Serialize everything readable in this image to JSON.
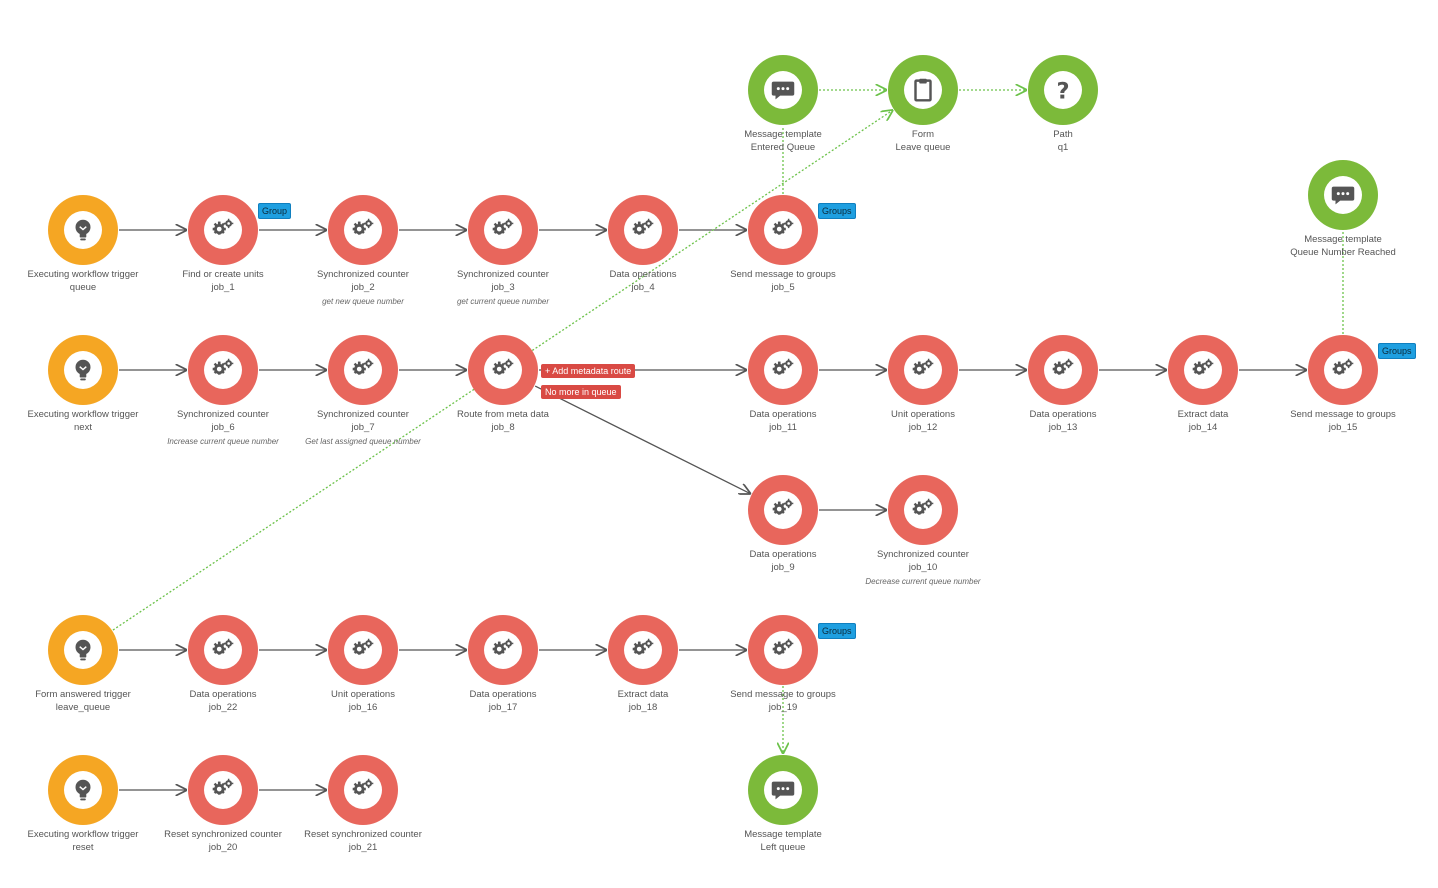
{
  "badges": {
    "group": "Group",
    "groups": "Groups",
    "add_metadata_route": "+  Add metadata route",
    "no_more_in_queue": "No more in queue"
  },
  "nodes": [
    {
      "id": "n_trig_queue",
      "icon": "bulb-icon",
      "color": "yellow",
      "title": "Executing workflow trigger",
      "sub": "queue",
      "note": ""
    },
    {
      "id": "n_job1",
      "icon": "gears-icon",
      "color": "red",
      "title": "Find or create units",
      "sub": "job_1",
      "note": ""
    },
    {
      "id": "n_job2",
      "icon": "gears-icon",
      "color": "red",
      "title": "Synchronized counter",
      "sub": "job_2",
      "note": "get new queue number"
    },
    {
      "id": "n_job3",
      "icon": "gears-icon",
      "color": "red",
      "title": "Synchronized counter",
      "sub": "job_3",
      "note": "get current queue number"
    },
    {
      "id": "n_job4",
      "icon": "gears-icon",
      "color": "red",
      "title": "Data operations",
      "sub": "job_4",
      "note": ""
    },
    {
      "id": "n_job5",
      "icon": "gears-icon",
      "color": "red",
      "title": "Send message to groups",
      "sub": "job_5",
      "note": ""
    },
    {
      "id": "n_msg_entered",
      "icon": "message-icon",
      "color": "green",
      "title": "Message template",
      "sub": "Entered Queue",
      "note": ""
    },
    {
      "id": "n_form_leave",
      "icon": "form-icon",
      "color": "green",
      "title": "Form",
      "sub": "Leave queue",
      "note": ""
    },
    {
      "id": "n_path_q1",
      "icon": "question-icon",
      "color": "green",
      "title": "Path",
      "sub": "q1",
      "note": ""
    },
    {
      "id": "n_msg_reached",
      "icon": "message-icon",
      "color": "green",
      "title": "Message template",
      "sub": "Queue Number Reached",
      "note": ""
    },
    {
      "id": "n_trig_next",
      "icon": "bulb-icon",
      "color": "yellow",
      "title": "Executing workflow trigger",
      "sub": "next",
      "note": ""
    },
    {
      "id": "n_job6",
      "icon": "gears-icon",
      "color": "red",
      "title": "Synchronized counter",
      "sub": "job_6",
      "note": "Increase current queue number"
    },
    {
      "id": "n_job7",
      "icon": "gears-icon",
      "color": "red",
      "title": "Synchronized counter",
      "sub": "job_7",
      "note": "Get last assigned queue number"
    },
    {
      "id": "n_job8",
      "icon": "gears-icon",
      "color": "red",
      "title": "Route from meta data",
      "sub": "job_8",
      "note": ""
    },
    {
      "id": "n_job11",
      "icon": "gears-icon",
      "color": "red",
      "title": "Data operations",
      "sub": "job_11",
      "note": ""
    },
    {
      "id": "n_job12",
      "icon": "gears-icon",
      "color": "red",
      "title": "Unit operations",
      "sub": "job_12",
      "note": ""
    },
    {
      "id": "n_job13",
      "icon": "gears-icon",
      "color": "red",
      "title": "Data operations",
      "sub": "job_13",
      "note": ""
    },
    {
      "id": "n_job14",
      "icon": "gears-icon",
      "color": "red",
      "title": "Extract data",
      "sub": "job_14",
      "note": ""
    },
    {
      "id": "n_job15",
      "icon": "gears-icon",
      "color": "red",
      "title": "Send message to groups",
      "sub": "job_15",
      "note": ""
    },
    {
      "id": "n_job9",
      "icon": "gears-icon",
      "color": "red",
      "title": "Data operations",
      "sub": "job_9",
      "note": ""
    },
    {
      "id": "n_job10",
      "icon": "gears-icon",
      "color": "red",
      "title": "Synchronized counter",
      "sub": "job_10",
      "note": "Decrease current queue number"
    },
    {
      "id": "n_trig_leave",
      "icon": "bulb-icon",
      "color": "yellow",
      "title": "Form answered trigger",
      "sub": "leave_queue",
      "note": ""
    },
    {
      "id": "n_job22",
      "icon": "gears-icon",
      "color": "red",
      "title": "Data operations",
      "sub": "job_22",
      "note": ""
    },
    {
      "id": "n_job16",
      "icon": "gears-icon",
      "color": "red",
      "title": "Unit operations",
      "sub": "job_16",
      "note": ""
    },
    {
      "id": "n_job17",
      "icon": "gears-icon",
      "color": "red",
      "title": "Data operations",
      "sub": "job_17",
      "note": ""
    },
    {
      "id": "n_job18",
      "icon": "gears-icon",
      "color": "red",
      "title": "Extract data",
      "sub": "job_18",
      "note": ""
    },
    {
      "id": "n_job19",
      "icon": "gears-icon",
      "color": "red",
      "title": "Send message to groups",
      "sub": "job_19",
      "note": ""
    },
    {
      "id": "n_msg_left",
      "icon": "message-icon",
      "color": "green",
      "title": "Message template",
      "sub": "Left queue",
      "note": ""
    },
    {
      "id": "n_trig_reset",
      "icon": "bulb-icon",
      "color": "yellow",
      "title": "Executing workflow trigger",
      "sub": "reset",
      "note": ""
    },
    {
      "id": "n_job20",
      "icon": "gears-icon",
      "color": "red",
      "title": "Reset synchronized counter",
      "sub": "job_20",
      "note": ""
    },
    {
      "id": "n_job21",
      "icon": "gears-icon",
      "color": "red",
      "title": "Reset synchronized counter",
      "sub": "job_21",
      "note": ""
    }
  ],
  "edges": [
    {
      "from": "n_trig_queue",
      "to": "n_job1",
      "style": "solid"
    },
    {
      "from": "n_job1",
      "to": "n_job2",
      "style": "solid"
    },
    {
      "from": "n_job2",
      "to": "n_job3",
      "style": "solid"
    },
    {
      "from": "n_job3",
      "to": "n_job4",
      "style": "solid"
    },
    {
      "from": "n_job4",
      "to": "n_job5",
      "style": "solid"
    },
    {
      "from": "n_trig_next",
      "to": "n_job6",
      "style": "solid"
    },
    {
      "from": "n_job6",
      "to": "n_job7",
      "style": "solid"
    },
    {
      "from": "n_job7",
      "to": "n_job8",
      "style": "solid"
    },
    {
      "from": "n_job8",
      "to": "n_job11",
      "style": "solid"
    },
    {
      "from": "n_job11",
      "to": "n_job12",
      "style": "solid"
    },
    {
      "from": "n_job12",
      "to": "n_job13",
      "style": "solid"
    },
    {
      "from": "n_job13",
      "to": "n_job14",
      "style": "solid"
    },
    {
      "from": "n_job14",
      "to": "n_job15",
      "style": "solid"
    },
    {
      "from": "n_job8",
      "to": "n_job9",
      "style": "solid"
    },
    {
      "from": "n_job9",
      "to": "n_job10",
      "style": "solid"
    },
    {
      "from": "n_trig_leave",
      "to": "n_job22",
      "style": "solid"
    },
    {
      "from": "n_job22",
      "to": "n_job16",
      "style": "solid"
    },
    {
      "from": "n_job16",
      "to": "n_job17",
      "style": "solid"
    },
    {
      "from": "n_job17",
      "to": "n_job18",
      "style": "solid"
    },
    {
      "from": "n_job18",
      "to": "n_job19",
      "style": "solid"
    },
    {
      "from": "n_trig_reset",
      "to": "n_job20",
      "style": "solid"
    },
    {
      "from": "n_job20",
      "to": "n_job21",
      "style": "solid"
    },
    {
      "from": "n_msg_entered",
      "to": "n_form_leave",
      "style": "dotted"
    },
    {
      "from": "n_form_leave",
      "to": "n_path_q1",
      "style": "dotted"
    },
    {
      "from": "n_trig_leave",
      "to": "n_form_leave",
      "style": "dotted"
    },
    {
      "from": "n_job5",
      "to": "n_msg_entered",
      "style": "dotted-plain"
    },
    {
      "from": "n_job15",
      "to": "n_msg_reached",
      "style": "dotted-plain"
    },
    {
      "from": "n_job19",
      "to": "n_msg_left",
      "style": "dotted"
    }
  ],
  "colors": {
    "red": "#e8665c",
    "yellow": "#f5a623",
    "green": "#7cba3a",
    "edge": "#555555",
    "dotted_edge": "#6cc24a",
    "badge_blue": "#1e9fe0",
    "badge_red": "#d94a44"
  }
}
